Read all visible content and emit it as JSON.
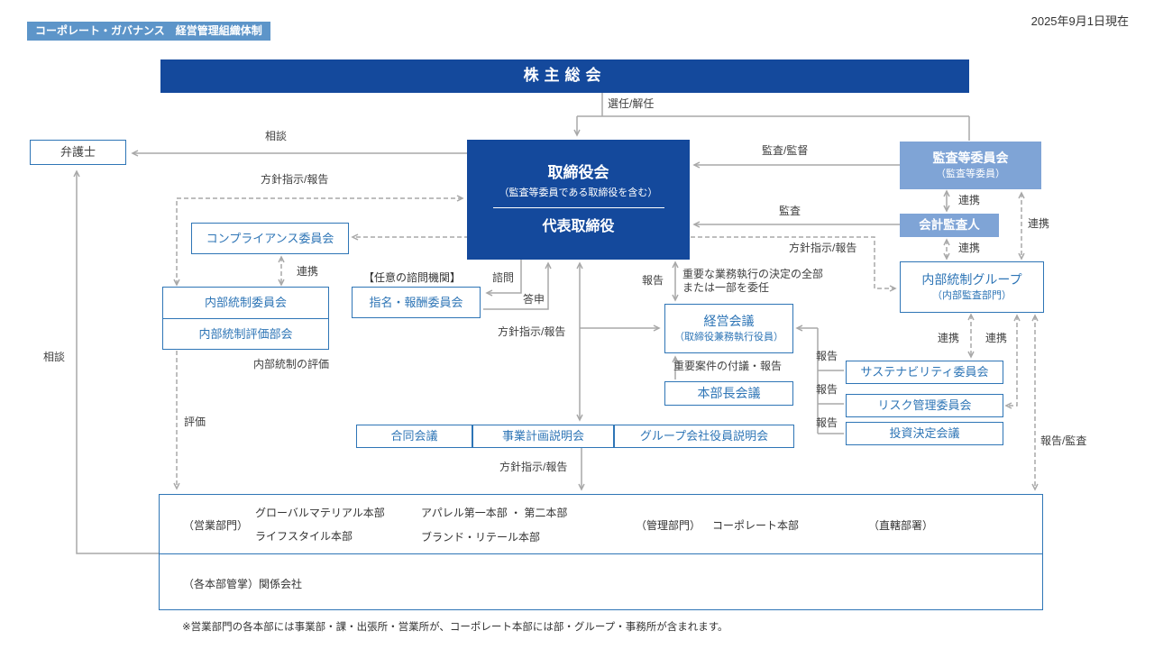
{
  "header": {
    "badge": "コーポレート・ガバナンス　経営管理組織体制",
    "date": "2025年9月1日現在"
  },
  "nodes": {
    "shareholders": "株主総会",
    "board": {
      "title": "取締役会",
      "sub": "（監査等委員である取締役を含む）",
      "representative": "代表取締役"
    },
    "lawyer": "弁護士",
    "compliance": "コンプライアンス委員会",
    "internal_control_committee": "内部統制委員会",
    "internal_control_subcommittee": "内部統制評価部会",
    "advisory_caption": "【任意の諮問機関】",
    "nomination": "指名・報酬委員会",
    "audit_committee": {
      "title": "監査等委員会",
      "sub": "（監査等委員）"
    },
    "accounting_auditor": "会計監査人",
    "internal_audit_group": {
      "title": "内部統制グループ",
      "sub": "（内部監査部門）"
    },
    "management_meeting": {
      "title": "経営会議",
      "sub": "（取締役兼務執行役員）"
    },
    "hq_meeting": "本部長会議",
    "sustainability": "サステナビリティ委員会",
    "risk": "リスク管理委員会",
    "investment": "投資決定会議",
    "joint_meeting": "合同会議",
    "business_plan_briefing": "事業計画説明会",
    "group_officer_briefing": "グループ会社役員説明会"
  },
  "edges": {
    "appoint": "選任/解任",
    "consult_top": "相談",
    "policy_report_left": "方針指示/報告",
    "cooperate_compliance": "連携",
    "inquiry": "諮問",
    "reply": "答申",
    "policy_report_center": "方針指示/報告",
    "report_center": "報告",
    "delegate_line1": "重要な業務執行の決定の全部",
    "delegate_line2": "または一部を委任",
    "audit_supervise": "監査/監督",
    "audit": "監査",
    "policy_report_right": "方針指示/報告",
    "cooperate_audit_committee_auditor": "連携",
    "cooperate_right_long": "連携",
    "cooperate_auditor_group": "連携",
    "ic_evaluation": "内部統制の評価",
    "agenda_report": "重要案件の付議・報告",
    "report_sustainability": "報告",
    "report_risk": "報告",
    "report_investment": "報告",
    "cooperate_sustainability": "連携",
    "cooperate_risk": "連携",
    "evaluation": "評価",
    "consult_left": "相談",
    "report_audit": "報告/監査",
    "policy_report_bottom": "方針指示/報告"
  },
  "org_box": {
    "sales_caption": "（営業部門）",
    "sales_divisions": [
      "グローバルマテリアル本部",
      "ライフスタイル本部",
      "アパレル第一本部 ・ 第二本部",
      "ブランド・リテール本部"
    ],
    "admin_caption": "（管理部門）",
    "admin_division": "コーポレート本部",
    "direct_caption": "（直轄部署）",
    "affiliates": "（各本部管掌）関係会社"
  },
  "footnote": "※営業部門の各本部には事業部・課・出張所・営業所が、コーポレート本部には部・グループ・事務所が含まれます。",
  "colors": {
    "primary_blue": "#14499C",
    "light_blue": "#7FA4D6",
    "badge_blue": "#5D95C9",
    "box_border_blue": "#2E75B6",
    "line_gray": "#A8A8A8",
    "label_gray": "#3F3F3F"
  }
}
